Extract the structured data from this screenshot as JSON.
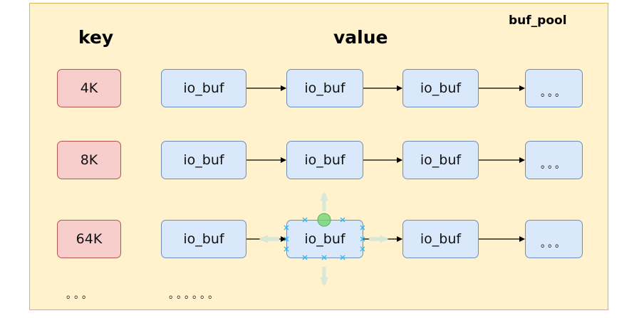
{
  "diagram": {
    "pool_label": "buf_pool",
    "key_header": "key",
    "value_header": "value",
    "rows": [
      {
        "key": "4K",
        "nodes": [
          "io_buf",
          "io_buf",
          "io_buf",
          "。。。"
        ]
      },
      {
        "key": "8K",
        "nodes": [
          "io_buf",
          "io_buf",
          "io_buf",
          "。。。"
        ]
      },
      {
        "key": "64K",
        "nodes": [
          "io_buf",
          "io_buf",
          "io_buf",
          "。。。"
        ]
      }
    ],
    "trailing_keys": "。。。",
    "trailing_values": "。。。。。。"
  },
  "colors": {
    "container_fill": "#fff2cc",
    "container_border": "#d6b656",
    "key_fill": "#f8cecc",
    "key_border": "#b85450",
    "value_fill": "#dae8fc",
    "value_border": "#6c8ebf",
    "selection_handle": "#29b6f2",
    "rotate_handle": "#6cd36c"
  }
}
